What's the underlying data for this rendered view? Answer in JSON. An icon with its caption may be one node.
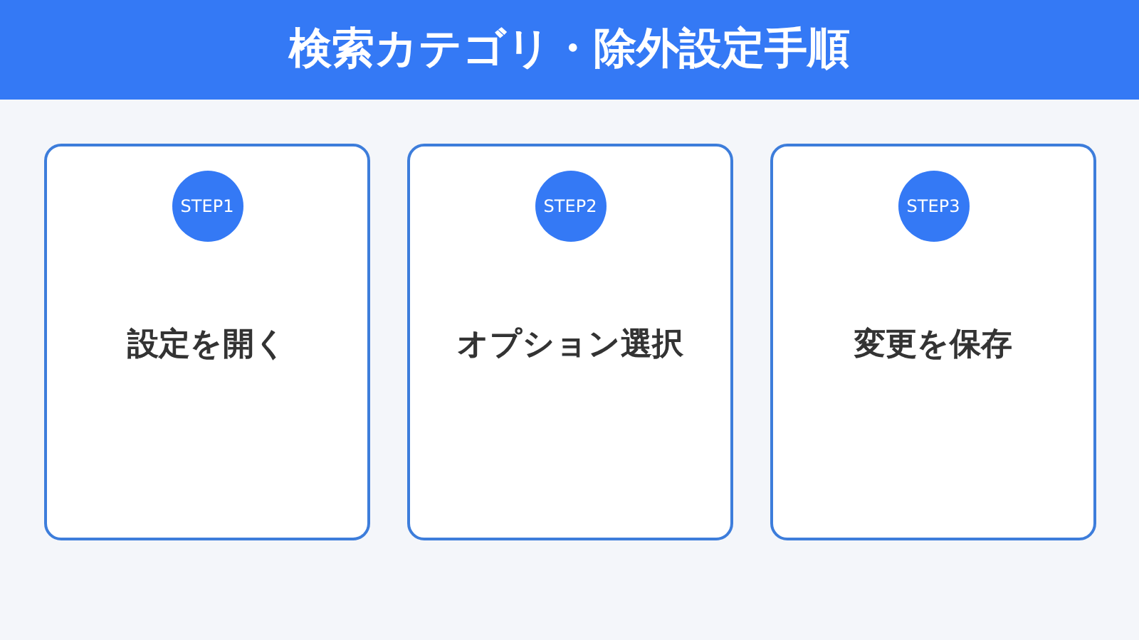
{
  "diagram": {
    "title": "検索カテゴリ・除外設定手順",
    "nodes": [
      {
        "text": [
          "設定を開く"
        ]
      },
      {
        "text": [
          "STEP1"
        ],
        "in": 0
      },
      {
        "text": [
          "オプション選択"
        ]
      },
      {
        "text": [
          "STEP2"
        ],
        "in": 2
      },
      {
        "text": [
          "変更を保存"
        ]
      },
      {
        "text": [
          "STEP3"
        ],
        "in": 4
      }
    ],
    "edges": []
  }
}
